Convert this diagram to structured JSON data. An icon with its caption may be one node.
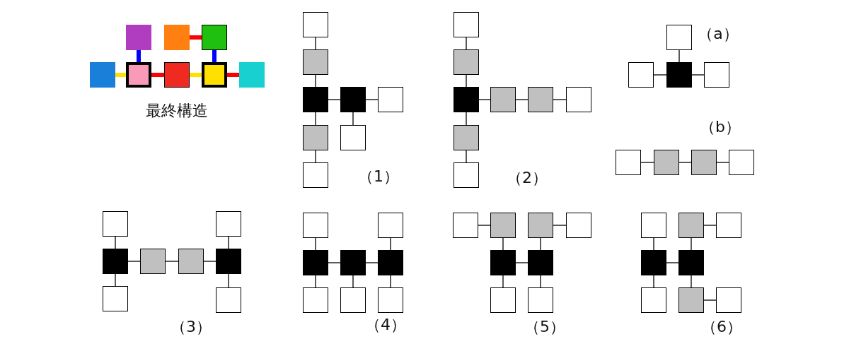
{
  "diagram": {
    "nodes": [
      {
        "text": [],
        "shape": "box"
      },
      {
        "text": [],
        "shape": "box"
      },
      {
        "text": [],
        "shape": "box"
      },
      {
        "text": [],
        "shape": "box"
      },
      {
        "text": [],
        "shape": "box"
      },
      {
        "text": [],
        "shape": "box"
      },
      {
        "text": [],
        "shape": "box"
      },
      {
        "text": [],
        "shape": "box"
      },
      {
        "text": [],
        "shape": "box"
      },
      {
        "text": [],
        "shape": "box"
      },
      {
        "text": [],
        "shape": "box"
      },
      {
        "text": [],
        "shape": "box"
      },
      {
        "text": [],
        "shape": "box"
      },
      {
        "text": [],
        "shape": "box"
      },
      {
        "text": [],
        "shape": "box"
      },
      {
        "text": [],
        "shape": "box"
      },
      {
        "text": [],
        "shape": "box"
      },
      {
        "text": [],
        "shape": "box"
      },
      {
        "text": [],
        "shape": "box"
      },
      {
        "text": [],
        "shape": "box"
      },
      {
        "text": [],
        "shape": "box"
      },
      {
        "text": [],
        "shape": "box"
      },
      {
        "text": [],
        "shape": "box"
      },
      {
        "text": [],
        "shape": "box"
      },
      {
        "text": [],
        "shape": "box"
      },
      {
        "text": [],
        "shape": "box"
      },
      {
        "text": [],
        "shape": "box"
      },
      {
        "text": [],
        "shape": "box"
      },
      {
        "text": [],
        "shape": "box"
      },
      {
        "text": [],
        "shape": "box"
      },
      {
        "text": [],
        "shape": "box"
      },
      {
        "text": [],
        "shape": "box"
      },
      {
        "text": [],
        "shape": "box"
      },
      {
        "text": [],
        "shape": "box"
      },
      {
        "text": [],
        "shape": "box"
      },
      {
        "text": [],
        "shape": "box"
      },
      {
        "text": [],
        "shape": "box"
      },
      {
        "text": [],
        "shape": "box"
      },
      {
        "text": [],
        "shape": "box"
      },
      {
        "text": [],
        "shape": "box"
      },
      {
        "text": [],
        "shape": "box"
      },
      {
        "text": [],
        "shape": "box"
      },
      {
        "text": [],
        "shape": "box"
      },
      {
        "text": [],
        "shape": "box"
      },
      {
        "text": [],
        "shape": "box"
      },
      {
        "text": [],
        "shape": "box"
      },
      {
        "text": [],
        "shape": "box"
      },
      {
        "text": [],
        "shape": "box"
      },
      {
        "text": [],
        "shape": "box"
      },
      {
        "text": [],
        "shape": "box"
      },
      {
        "text": [],
        "shape": "box"
      },
      {
        "text": [],
        "shape": "box"
      },
      {
        "text": [],
        "shape": "box"
      },
      {
        "text": [],
        "shape": "box"
      },
      {
        "text": [],
        "shape": "box"
      },
      {
        "text": [],
        "shape": "box"
      },
      {
        "text": [],
        "shape": "box"
      },
      {
        "text": [],
        "shape": "box"
      },
      {
        "text": [],
        "shape": "box"
      },
      {
        "text": [],
        "shape": "box"
      },
      {
        "text": [],
        "shape": "box"
      },
      {
        "text": [],
        "shape": "box"
      },
      {
        "text": [],
        "shape": "box"
      },
      {
        "text": [],
        "shape": "box"
      }
    ],
    "edges": [
      {
        "from": 3,
        "to": 4,
        "arrow": "none",
        "style": "thick",
        "color": "#ffe000"
      },
      {
        "from": 4,
        "to": 5,
        "arrow": "none",
        "style": "thick",
        "color": "#ff0000"
      },
      {
        "from": 5,
        "to": 6,
        "arrow": "none",
        "style": "thick",
        "color": "#ffe000"
      },
      {
        "from": 6,
        "to": 7,
        "arrow": "none",
        "style": "thick",
        "color": "#ff0000"
      },
      {
        "from": 0,
        "to": 4,
        "arrow": "none",
        "style": "thick",
        "color": "#0000ff"
      },
      {
        "from": 2,
        "to": 6,
        "arrow": "none",
        "style": "thick",
        "color": "#0000ff"
      },
      {
        "from": 1,
        "to": 2,
        "arrow": "none",
        "style": "thick",
        "color": "#ff0000"
      },
      {
        "from": 8,
        "to": 9,
        "arrow": "none"
      },
      {
        "from": 9,
        "to": 10,
        "arrow": "none"
      },
      {
        "from": 10,
        "to": 11,
        "arrow": "none"
      },
      {
        "from": 11,
        "to": 12,
        "arrow": "none"
      },
      {
        "from": 10,
        "to": 13,
        "arrow": "none"
      },
      {
        "from": 11,
        "to": 14,
        "arrow": "none"
      },
      {
        "from": 13,
        "to": 15,
        "arrow": "none"
      },
      {
        "from": 16,
        "to": 17,
        "arrow": "none"
      },
      {
        "from": 17,
        "to": 18,
        "arrow": "none"
      },
      {
        "from": 18,
        "to": 19,
        "arrow": "none"
      },
      {
        "from": 19,
        "to": 20,
        "arrow": "none"
      },
      {
        "from": 20,
        "to": 21,
        "arrow": "none"
      },
      {
        "from": 18,
        "to": 22,
        "arrow": "none"
      },
      {
        "from": 22,
        "to": 23,
        "arrow": "none"
      },
      {
        "from": 24,
        "to": 26,
        "arrow": "none"
      },
      {
        "from": 25,
        "to": 26,
        "arrow": "none"
      },
      {
        "from": 26,
        "to": 27,
        "arrow": "none"
      },
      {
        "from": 28,
        "to": 29,
        "arrow": "none"
      },
      {
        "from": 29,
        "to": 30,
        "arrow": "none"
      },
      {
        "from": 30,
        "to": 31,
        "arrow": "none"
      },
      {
        "from": 32,
        "to": 34,
        "arrow": "none"
      },
      {
        "from": 33,
        "to": 37,
        "arrow": "none"
      },
      {
        "from": 34,
        "to": 35,
        "arrow": "none"
      },
      {
        "from": 35,
        "to": 36,
        "arrow": "none"
      },
      {
        "from": 36,
        "to": 37,
        "arrow": "none"
      },
      {
        "from": 34,
        "to": 38,
        "arrow": "none"
      },
      {
        "from": 37,
        "to": 39,
        "arrow": "none"
      },
      {
        "from": 40,
        "to": 42,
        "arrow": "none"
      },
      {
        "from": 41,
        "to": 44,
        "arrow": "none"
      },
      {
        "from": 42,
        "to": 43,
        "arrow": "none"
      },
      {
        "from": 43,
        "to": 44,
        "arrow": "none"
      },
      {
        "from": 42,
        "to": 45,
        "arrow": "none"
      },
      {
        "from": 43,
        "to": 46,
        "arrow": "none"
      },
      {
        "from": 44,
        "to": 47,
        "arrow": "none"
      },
      {
        "from": 48,
        "to": 49,
        "arrow": "none"
      },
      {
        "from": 50,
        "to": 51,
        "arrow": "none"
      },
      {
        "from": 49,
        "to": 52,
        "arrow": "none"
      },
      {
        "from": 50,
        "to": 53,
        "arrow": "none"
      },
      {
        "from": 52,
        "to": 53,
        "arrow": "none"
      },
      {
        "from": 52,
        "to": 54,
        "arrow": "none"
      },
      {
        "from": 53,
        "to": 55,
        "arrow": "none"
      },
      {
        "from": 56,
        "to": 59,
        "arrow": "none"
      },
      {
        "from": 57,
        "to": 58,
        "arrow": "none"
      },
      {
        "from": 57,
        "to": 60,
        "arrow": "none"
      },
      {
        "from": 59,
        "to": 60,
        "arrow": "none"
      },
      {
        "from": 59,
        "to": 61,
        "arrow": "none"
      },
      {
        "from": 60,
        "to": 62,
        "arrow": "none"
      },
      {
        "from": 62,
        "to": 63,
        "arrow": "none"
      }
    ],
    "labels": [
      "最終構造",
      "（a）",
      "（b）",
      "（1）",
      "（2）",
      "（3）",
      "（4）",
      "（5）",
      "（6）"
    ]
  }
}
